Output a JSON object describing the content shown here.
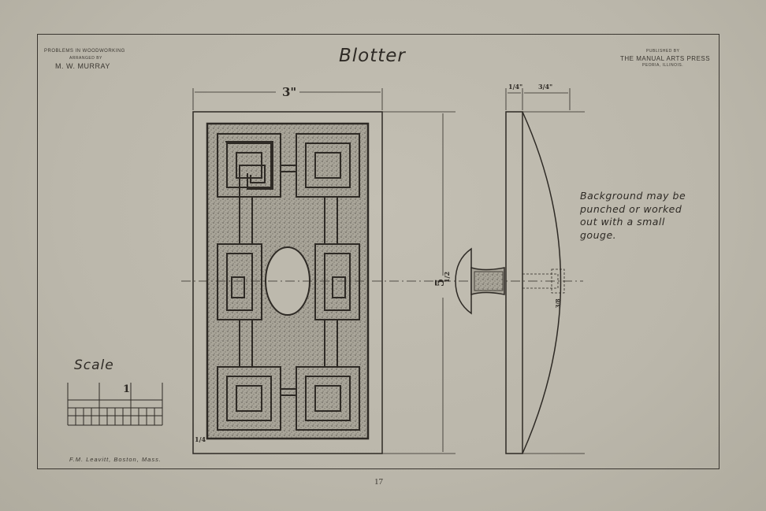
{
  "header": {
    "left_line1": "Problems in Woodworking",
    "left_line2": "Arranged by",
    "left_line3": "M. W. Murray",
    "title": "Blotter",
    "right_line1": "Published by",
    "right_line2": "The Manual Arts Press",
    "right_line3": "Peoria, Illinois."
  },
  "dimensions": {
    "width": "3\"",
    "height": "5",
    "height_frac": "1/2",
    "border_frac": "1/4",
    "side_thickness": "1/4\"",
    "side_curve": "3/4\"",
    "knob_label": "3/8"
  },
  "note": "Background may be punched or worked out with a small gouge.",
  "scale": {
    "label": "Scale",
    "tick": "1"
  },
  "footer": {
    "engraver": "F.M. Leavitt, Boston, Mass.",
    "page_number": "17"
  },
  "colors": {
    "ink": "#2e2a25",
    "paper": "#bdb9ad",
    "stipple": "#8f8a80"
  }
}
